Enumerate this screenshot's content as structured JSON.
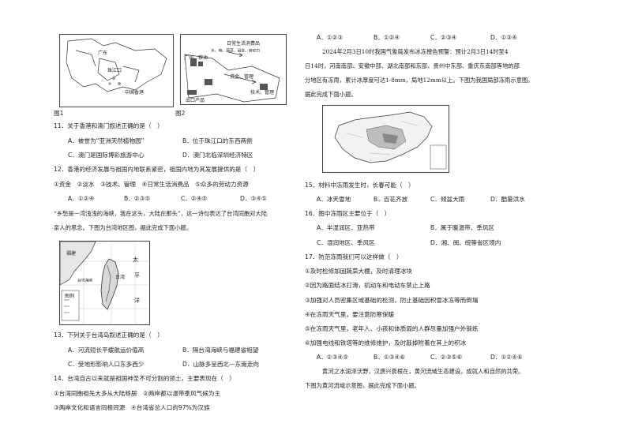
{
  "figures": {
    "fig1": {
      "caption": "图1",
      "labels": [
        "广东",
        "珠江口",
        "中国香港"
      ]
    },
    "fig2": {
      "caption": "图2",
      "labels": [
        "日常生活消费品",
        "水、电、蔬菜、副食、劳动力",
        "广州、粮油",
        "资金、管理",
        "技术、管理",
        "出口产品"
      ]
    },
    "taiwan_map": {
      "labels": [
        "福建",
        "台湾",
        "太",
        "平",
        "洋",
        "台湾海峡",
        "图例"
      ]
    },
    "china_map": {
      "labels": []
    }
  },
  "left_column": {
    "q11": {
      "stem": "11．关于香港和澳门叙述正确的是（　）",
      "a": "A．被誉为“亚洲天然植物园”",
      "b": "B．位于珠江口的东西两侧",
      "c": "C．澳门是国际博彩旅游中心",
      "d": "D．澳门北临深圳经济特区"
    },
    "q12": {
      "stem": "12．香港的经济发展与祖国内地联系紧密，祖国内地为其发展提供的是（　）",
      "items": "①资金　②淡水　③技术、管理　④日常生活消费品　⑤众多的劳动力资源",
      "a": "A．①②④",
      "b": "B．②③⑤",
      "c": "C．②④⑤",
      "d": "D．③④⑤"
    },
    "passage1": {
      "line1": "“乡愁是一湾浅浅的海峡，我在这头，大陆在那头”，这一诗句表达了台湾同胞对大陆",
      "line2": "亲人的思念。下图为台湾地区图，据此完成下面小题。"
    },
    "q13": {
      "stem": "13．下列关于台湾岛叙述正确的是（　）",
      "a": "A．河流短长平缓航运价值高",
      "b": "B．隔台湾海峡与福建省相望",
      "c": "C．受地形影响人口东多西少",
      "d": "D．山脉多呈西北—东南走向"
    },
    "q14": {
      "stem": "14．台湾自古以来就是祖国神圣不可分割的领土，主要表现在（　）",
      "line1": "①台湾同胞祖先大多从大陆移居　②两岸都以温带季风气候为主",
      "line2": "③两岸文化和语言同根同源　④台湾省总人口的97%为汉族"
    }
  },
  "right_column": {
    "prev_options": {
      "a": "A．①②③",
      "b": "B．①②④",
      "c": "C．②③④",
      "d": "D．①③④"
    },
    "passage2": {
      "line1": "2024年2月3日10时我国气象局发布冰冻橙色预警：预计2月3日14时至4",
      "line2": "日14时，河南南部、安徽中部、湖北南部和东部、贵州中东部、重庆东南部等地的部",
      "line3": "分地区有冻雨，累计冰厚度可达1-8mm，局地12mm以上。下图为我国局部冻雨示意图。",
      "line4": "据此完成下面小题。"
    },
    "q15": {
      "stem": "15．材料中冻雨发生时，长春可能（　）",
      "a": "A．冰天雪地",
      "b": "B．百花齐放",
      "c": "C．倾盆大雨",
      "d": "D．酷暑洪水"
    },
    "q16": {
      "stem": "16．图中冻雨区主要位于（　）",
      "a": "A．半湿润区、亚热带",
      "b": "B．属于暖温带、季风区",
      "c": "C．湿润地区、季风区",
      "d": "D．湘、闽、皖等省区境内"
    },
    "q17": {
      "stem": "17．防范冻雨我们可以这样做（　）",
      "i1": "①及时检修加固蔬菜大棚，及时清理冰块",
      "i2": "②因为路面结冰打滑，机动车和电动车禁止上路",
      "i3": "③加强对人员密集区域基础的检测，防止基础因积雪冰冻等而倒塌",
      "i4": "④在冻雨天气里，要注意防寒保暖",
      "i5": "⑤在冻雨天气里，老年人、小孩和体质弱的人群尽量加强户外锻炼",
      "i6": "⑥加强电线和铁塔等的维修维护，及时敲掉附着在其上的积冰",
      "a": "A．②③④⑤",
      "b": "B．①③④⑥",
      "c": "C．②③⑤⑥",
      "d": "D．①②④⑥"
    },
    "passage3": {
      "line1": "黄河之水润泽沃野，汉唐兴衰根在，黄河流域生态建设，成就人和自然的共荣。",
      "line2": "下图为黄河流域示意图，据此完成下面小题。"
    }
  }
}
